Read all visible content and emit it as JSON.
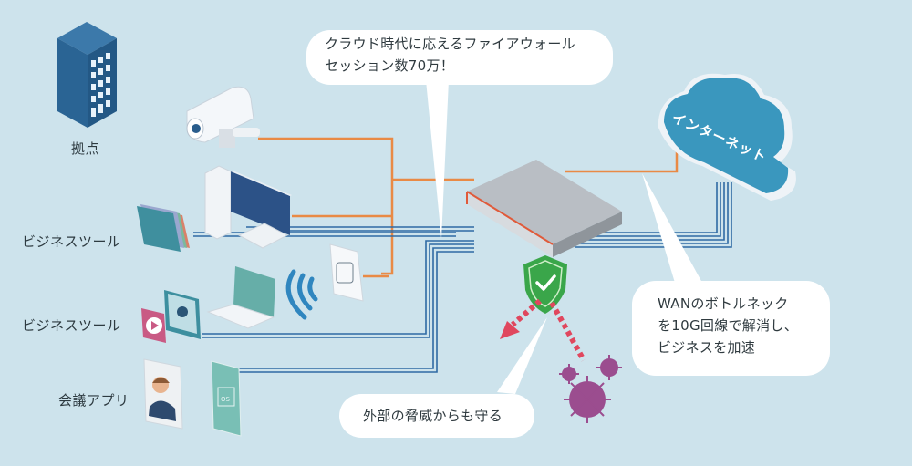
{
  "labels": {
    "site": "拠点",
    "business_tool_1": "ビジネスツール",
    "business_tool_2": "ビジネスツール",
    "meeting_app": "会議アプリ"
  },
  "callouts": {
    "firewall": [
      "クラウド時代に応えるファイアウォール",
      "セッション数70万！"
    ],
    "wan": [
      "WANのボトルネック",
      "を10G回線で解消し、",
      "ビジネスを加速"
    ],
    "threat": "外部の脅威からも守る"
  },
  "cloud": {
    "label": "インターネット"
  },
  "device_text": {
    "os_badge": "OS"
  },
  "colors": {
    "background": "#cde3ec",
    "wired_line": "#2f6aa3",
    "power_line": "#e98a45",
    "cloud": "#3a97be",
    "shield": "#3aa64a",
    "threat_arrow": "#e0475e",
    "virus": "#9b4d8f",
    "building": "#2a6494"
  }
}
